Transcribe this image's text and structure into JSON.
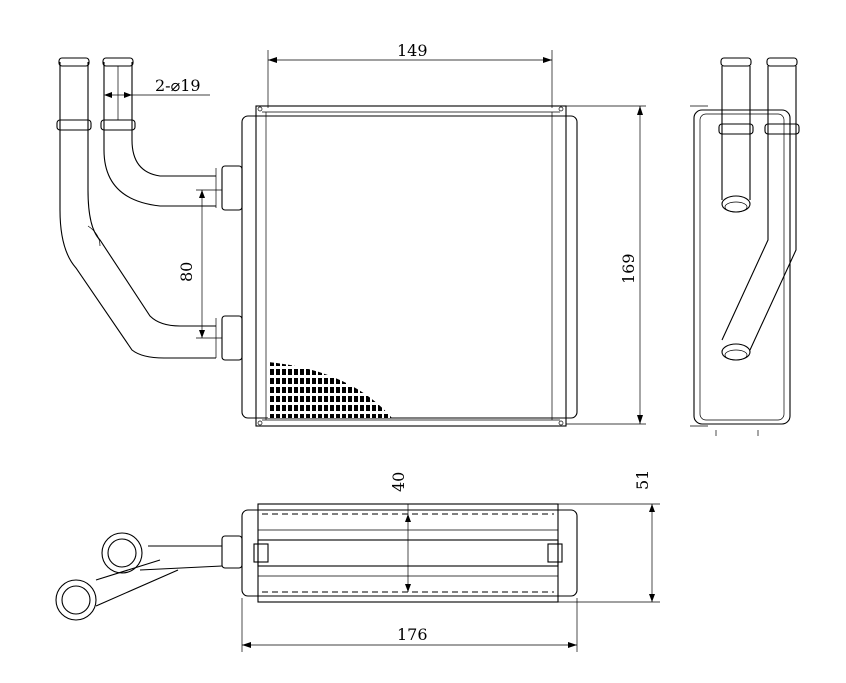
{
  "dimensions": {
    "core_width": "149",
    "core_height": "169",
    "pipe_spacing": "80",
    "pipe_diameter": "2-⌀19",
    "core_depth": "40",
    "total_depth": "51",
    "total_width": "176"
  },
  "colors": {
    "line": "#000000",
    "background": "#ffffff"
  }
}
